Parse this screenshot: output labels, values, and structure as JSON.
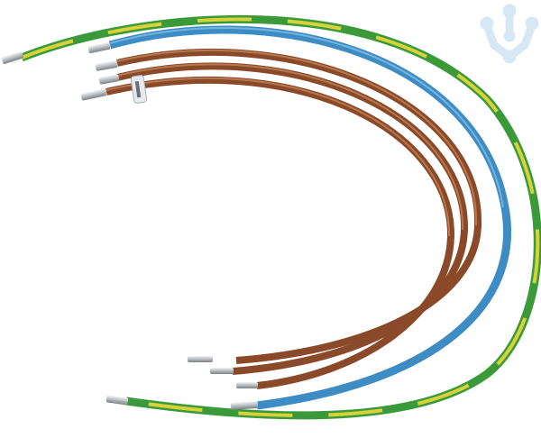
{
  "colors": {
    "earth_green": "#3a9a3a",
    "earth_yellow": "#d8d23a",
    "neutral_blue": "#3d8cc4",
    "phase_brown": "#8a4a2a",
    "ferrule": "#c8ccd0",
    "logo": "#d6e8f6"
  },
  "wires": [
    {
      "color": "green-yellow"
    },
    {
      "color": "blue"
    },
    {
      "color": "brown"
    },
    {
      "color": "brown"
    },
    {
      "color": "brown"
    }
  ]
}
